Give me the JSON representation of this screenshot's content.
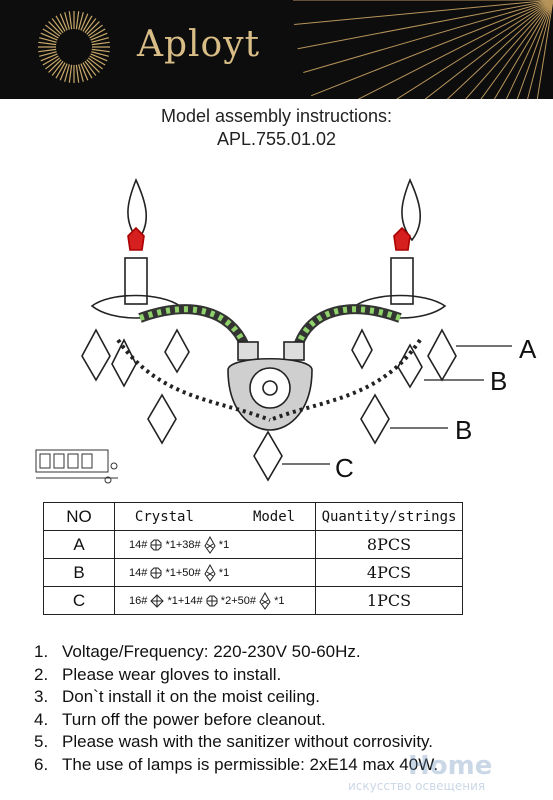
{
  "brand": {
    "name": "Aployt",
    "colors": {
      "header_bg": "#0d0d0d",
      "gold": "#d9bd86"
    }
  },
  "title": {
    "line1": "Model assembly instructions:",
    "line2": "APL.755.01.02"
  },
  "callouts": {
    "a": "A",
    "b1": "B",
    "b2": "B",
    "c": "C"
  },
  "table": {
    "headers": {
      "no": "NO",
      "crystal": "Crystal",
      "model": "Model",
      "qty": "Quantity/strings"
    },
    "rows": [
      {
        "no": "A",
        "p1": "14#",
        "p2": "*1+38#",
        "p3": "*1",
        "qty": "8PCS"
      },
      {
        "no": "B",
        "p1": "14#",
        "p2": "*1+50#",
        "p3": "*1",
        "qty": "4PCS"
      },
      {
        "no": "C",
        "p1": "16#",
        "p2": "*1+14#",
        "p3": "*2+50#",
        "p4": "*1",
        "qty": "1PCS"
      }
    ],
    "icons": [
      "octagon-bead-icon",
      "teardrop-crystal-icon",
      "diamond-bead-icon"
    ]
  },
  "notes": [
    {
      "num": "1.",
      "text": "Voltage/Frequency: 220-230V 50-60Hz."
    },
    {
      "num": "2.",
      "text": "Please wear gloves to install."
    },
    {
      "num": "3.",
      "text": "Don`t install it on the moist ceiling."
    },
    {
      "num": "4.",
      "text": "Turn off the power before cleanout."
    },
    {
      "num": "5.",
      "text": "Please wash with the sanitizer without corrosivity."
    },
    {
      "num": "6.",
      "text": "The use of lamps is permissible: 2xE14 max 40W."
    }
  ],
  "watermark": {
    "line1": "Home",
    "line2": "искусство освещения"
  }
}
